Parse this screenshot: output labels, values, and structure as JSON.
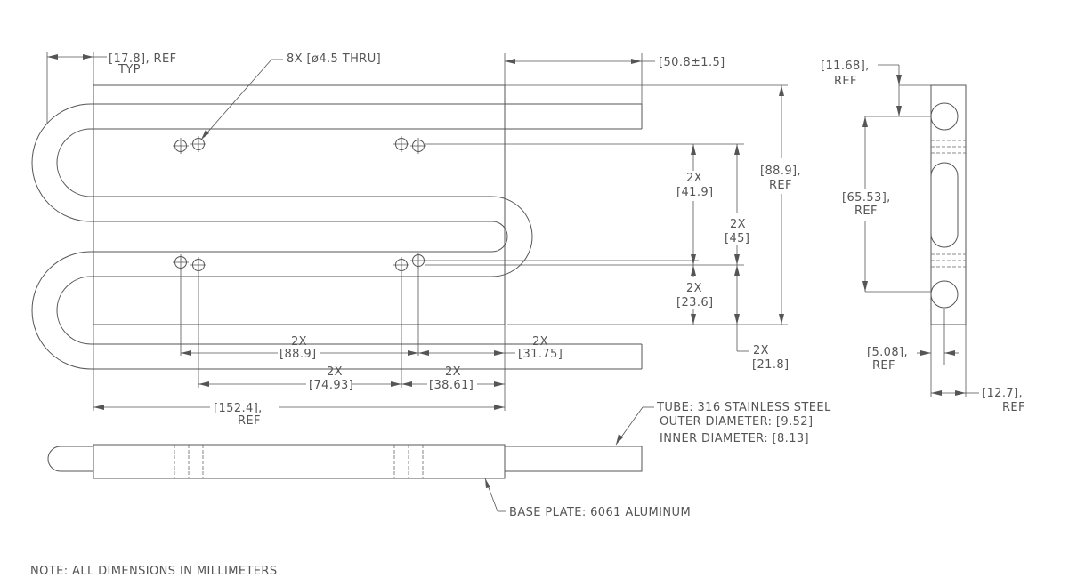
{
  "dimensions": {
    "d17_8": "[17.8], REF",
    "typ": "TYP",
    "holes": "8X [ø4.5 THRU]",
    "d50_8": "[50.8±1.5]",
    "d88_9_ref": "[88.9],",
    "d88_9_ref2": "REF",
    "d41_9_a": "2X",
    "d41_9_b": "[41.9]",
    "d45_a": "2X",
    "d45_b": "[45]",
    "d23_6_a": "2X",
    "d23_6_b": "[23.6]",
    "d21_8_a": "2X",
    "d21_8_b": "[21.8]",
    "d88_9_a": "2X",
    "d88_9_b": "[88.9]",
    "d31_75_a": "2X",
    "d31_75_b": "[31.75]",
    "d74_93_a": "2X",
    "d74_93_b": "[74.93]",
    "d38_61_a": "2X",
    "d38_61_b": "[38.61]",
    "d152_4_a": "[152.4],",
    "d152_4_b": "REF",
    "d11_68_a": "[11.68],",
    "d11_68_b": "REF",
    "d65_53_a": "[65.53],",
    "d65_53_b": "REF",
    "d5_08_a": "[5.08],",
    "d5_08_b": "REF",
    "d12_7_a": "[12.7],",
    "d12_7_b": "REF"
  },
  "notes": {
    "tube_1": "TUBE: 316 STAINLESS STEEL",
    "tube_2": "OUTER DIAMETER: [9.52]",
    "tube_3": "INNER DIAMETER: [8.13]",
    "base_plate": "BASE PLATE: 6061 ALUMINUM",
    "general": "NOTE:  ALL DIMENSIONS IN MILLIMETERS"
  }
}
